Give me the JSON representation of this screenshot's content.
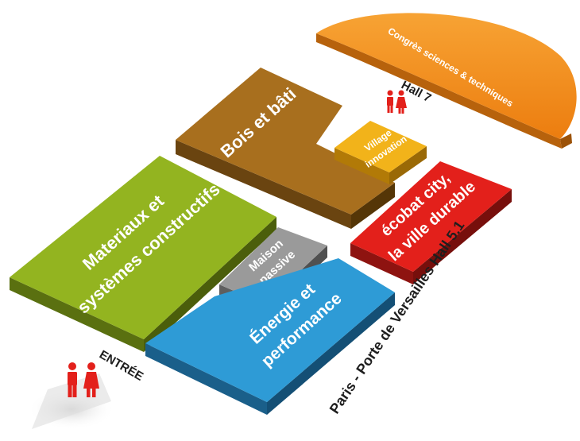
{
  "map": {
    "hall": "Hall 7",
    "address": "Paris - Porte de Versailles Hall 5.1",
    "entrance": "ENTRÉE"
  },
  "zones": {
    "congres": {
      "label": "Congrès sciences & techniques",
      "color": "#ef8a14"
    },
    "bois": {
      "label": "Bois et bâti",
      "color": "#a86f1e"
    },
    "village": {
      "line1": "Village",
      "line2": "innovation",
      "color": "#f2b31a"
    },
    "ecobat": {
      "line1": "écobat city,",
      "line2": "la ville durable",
      "color": "#e3201b"
    },
    "materiaux": {
      "line1": "Materiaux et",
      "line2": "systèmes constructifs",
      "color": "#93b420"
    },
    "maison": {
      "line1": "Maison",
      "line2": "passive",
      "color": "#9a9a9a"
    },
    "energie": {
      "line1": "Énergie et",
      "line2": "performance",
      "color": "#2e9bd6"
    }
  },
  "icons": {
    "toilets_hall": "toilets-icon",
    "toilets_entrance": "toilets-icon",
    "toilet_color": "#e3201b"
  }
}
